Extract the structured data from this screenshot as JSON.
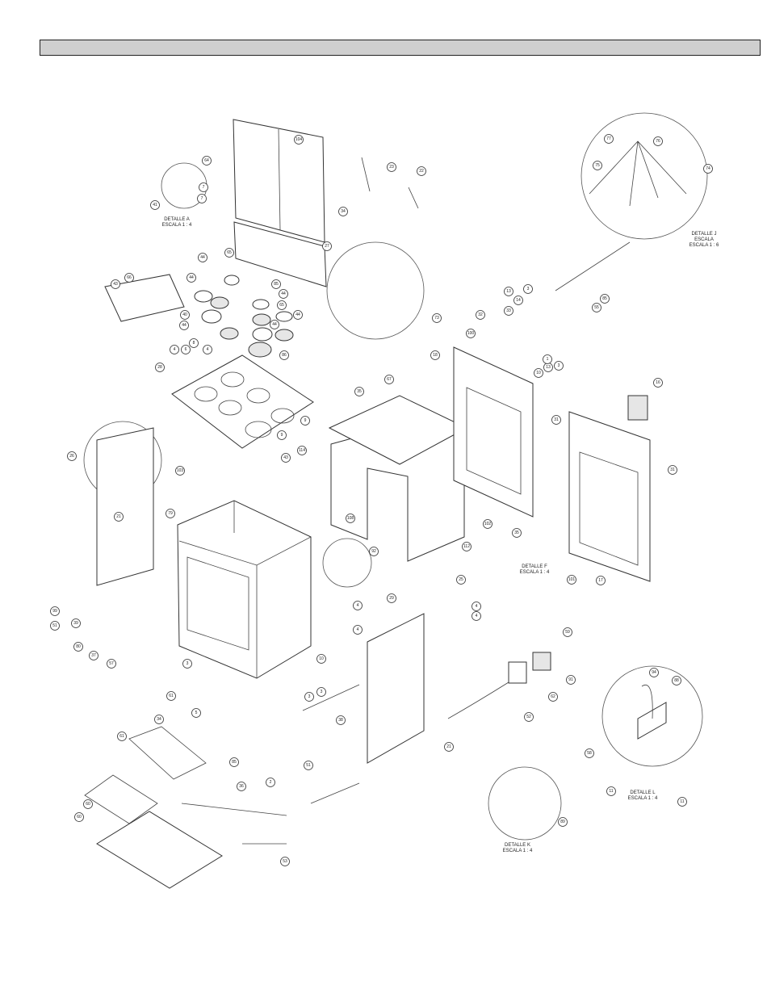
{
  "header": {
    "title": ""
  },
  "details": [
    {
      "id": "detail-a",
      "lines": [
        "DETALLE A",
        "ESCALA 1 : 4"
      ]
    },
    {
      "id": "detail-j",
      "lines": [
        "DETALLE J",
        "ESCALA",
        "ESCALA 1 : 6"
      ]
    },
    {
      "id": "detail-f",
      "lines": [
        "DETALLE F",
        "ESCALA 1 : 4"
      ]
    },
    {
      "id": "detail-k",
      "lines": [
        "DETALLE K",
        "ESCALA 1 : 4"
      ]
    },
    {
      "id": "detail-l",
      "lines": [
        "DETALLE L",
        "ESCALA 1 : 4"
      ]
    }
  ],
  "callouts": [
    "104",
    "64",
    "7",
    "7",
    "41",
    "34",
    "23",
    "22",
    "27",
    "65",
    "66",
    "44",
    "44",
    "43",
    "40",
    "44",
    "85",
    "44",
    "65",
    "44",
    "44",
    "86",
    "4",
    "6",
    "4",
    "28",
    "8",
    "9",
    "9",
    "114",
    "43",
    "103",
    "26",
    "21",
    "79",
    "99",
    "51",
    "39",
    "80",
    "37",
    "57",
    "3",
    "3",
    "61",
    "34",
    "5",
    "85",
    "36",
    "2",
    "51",
    "61",
    "60",
    "60",
    "53",
    "10",
    "3",
    "4",
    "4",
    "29",
    "25",
    "4",
    "4",
    "38",
    "21",
    "108",
    "92",
    "112",
    "67",
    "35",
    "73",
    "18",
    "31",
    "102",
    "100",
    "32",
    "33",
    "13",
    "14",
    "3",
    "10",
    "13",
    "3",
    "1",
    "55",
    "85",
    "77",
    "76",
    "75",
    "74",
    "16",
    "31",
    "17",
    "101",
    "35",
    "91",
    "62",
    "52",
    "89",
    "94",
    "88",
    "58",
    "11",
    "11",
    "59"
  ]
}
